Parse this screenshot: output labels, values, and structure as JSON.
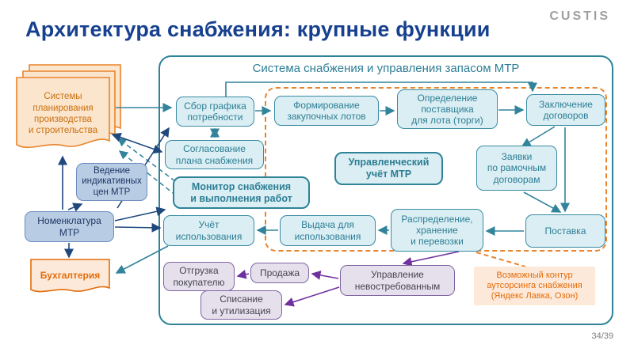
{
  "slide": {
    "title": "Архитектура снабжения: крупные функции",
    "logo": "CUSTIS",
    "page_number": "34/39"
  },
  "container": {
    "title": "Система снабжения и управления запасом МТР"
  },
  "outsourcing_note": {
    "label": "Возможный контур\nаутсорсинга снабжения\n(Яндекс Лавка, Озон)"
  },
  "nodes": {
    "planning_systems": {
      "label": "Системы\nпланирования\nпроизводства\nи строительства"
    },
    "indicative_prices": {
      "label": "Ведение\nиндикативных\nцен МТР"
    },
    "nomenclature": {
      "label": "Номенклатура\nМТР"
    },
    "accounting": {
      "label": "Бухгалтерия"
    },
    "demand_schedule": {
      "label": "Сбор графика\nпотребности"
    },
    "plan_approval": {
      "label": "Согласование\nплана снабжения"
    },
    "lot_formation": {
      "label": "Формирование\nзакупочных лотов"
    },
    "supplier_selection": {
      "label": "Определение\nпоставщика\nдля лота (торги)"
    },
    "contracting": {
      "label": "Заключение\nдоговоров"
    },
    "framework_orders": {
      "label": "Заявки\nпо рамочным\nдоговорам"
    },
    "management_accounting": {
      "label": "Управленческий\nучёт МТР"
    },
    "supply_monitor": {
      "label": "Монитор снабжения\nи выполнения работ"
    },
    "usage_accounting": {
      "label": "Учёт\nиспользования"
    },
    "issue_for_use": {
      "label": "Выдача для\nиспользования"
    },
    "distribution": {
      "label": "Распределение,\nхранение\nи перевозки"
    },
    "delivery": {
      "label": "Поставка"
    },
    "shipment": {
      "label": "Отгрузка\nпокупателю"
    },
    "sale": {
      "label": "Продажа"
    },
    "unclaimed_management": {
      "label": "Управление\nневостребованным"
    },
    "writeoff": {
      "label": "Списание\nи утилизация"
    }
  },
  "colors": {
    "title_blue": "#17418F",
    "teal": "#31849B",
    "dark_blue_arrow": "#1F497D",
    "orange": "#E36C0A",
    "purple_arrow": "#7030A0",
    "teal_fill": "#DAEEF3",
    "blue_fill": "#B8CCE4",
    "purple_fill": "#E6E0EC",
    "orange_fill": "#FDE9D9"
  }
}
